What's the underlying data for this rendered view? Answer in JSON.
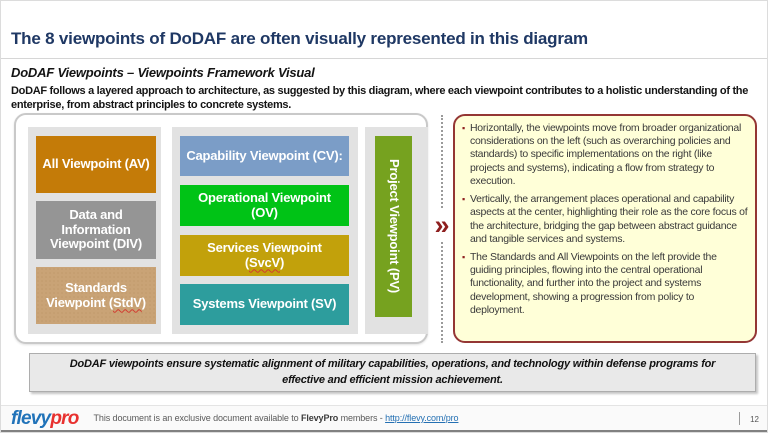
{
  "header": {
    "title": "The 8 viewpoints of DoDAF are often visually represented in this diagram",
    "subtitle": "DoDAF Viewpoints – Viewpoints Framework Visual",
    "intro": "DoDAF follows a layered approach to architecture, as suggested by this diagram, where each viewpoint contributes to a holistic understanding of the enterprise, from abstract principles to concrete systems."
  },
  "diagram": {
    "arrow": "»",
    "left_boxes": [
      {
        "label": "All Viewpoint (AV)",
        "color": "#C47B08"
      },
      {
        "label": "Data and Information Viewpoint (DIV)",
        "color": "#959595"
      },
      {
        "pre": "Standards Viewpoint (",
        "misspelled": "StdV",
        "post": ")",
        "color": "#C9A376"
      }
    ],
    "center_boxes": [
      {
        "label": "Capability Viewpoint (CV):",
        "color": "#7B9DC7"
      },
      {
        "label": "Operational Viewpoint (OV)",
        "color": "#00C316"
      },
      {
        "pre": "Services Viewpoint (",
        "misspelled": "SvcV",
        "post": ")",
        "color": "#C2A10B"
      },
      {
        "label": "Systems Viewpoint (SV)",
        "color": "#2D9D9D"
      }
    ],
    "right_boxes": [
      {
        "label": "Project Viewpoint (PV)",
        "color": "#76A21F"
      }
    ]
  },
  "notes": {
    "bullet_marker": "▪",
    "bullets": [
      "Horizontally, the viewpoints move from broader organizational considerations on the left (such as overarching policies and standards) to specific implementations on the right (like projects and systems), indicating a flow from strategy to execution.",
      "Vertically, the arrangement places operational and capability aspects at the center, highlighting their role as the core focus of the architecture, bridging the gap between abstract guidance and tangible services and systems.",
      "The Standards and All Viewpoints on the left provide the guiding principles, flowing into the central operational functionality, and further into the project and systems development, showing a progression from policy to deployment."
    ],
    "border_color": "#943634",
    "background_color": "#FFFFD8"
  },
  "takeaway": "DoDAF viewpoints ensure systematic alignment of military capabilities, operations, and technology within defense programs for effective and efficient mission achievement.",
  "footer": {
    "logo_flevy": "flevy",
    "logo_pro": "pro",
    "text_before": "This document is an exclusive document available to ",
    "brand": "FlevyPro",
    "text_middle": " members - ",
    "link": "http://flevy.com/pro",
    "page_number": "12"
  }
}
